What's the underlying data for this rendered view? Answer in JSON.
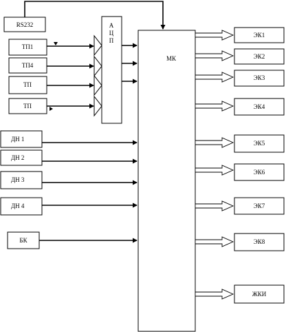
{
  "blocks": {
    "rs232": "RS232",
    "tp1": "ТП1",
    "tp4": "ТП4",
    "tp_a": "ТП",
    "tp_b": "ТП",
    "dn1": "ДН 1",
    "dn2": "ДН 2",
    "dn3": "ДН 3",
    "dn4": "ДН 4",
    "bk": "БК",
    "adc": [
      "А",
      "Ц",
      "П"
    ],
    "mk": "МК"
  },
  "outputs": [
    "ЭК1",
    "ЭК2",
    "ЭК3",
    "ЭК4",
    "ЭК5",
    "ЭК6",
    "ЭК7",
    "ЭК8",
    "ЖКИ"
  ]
}
